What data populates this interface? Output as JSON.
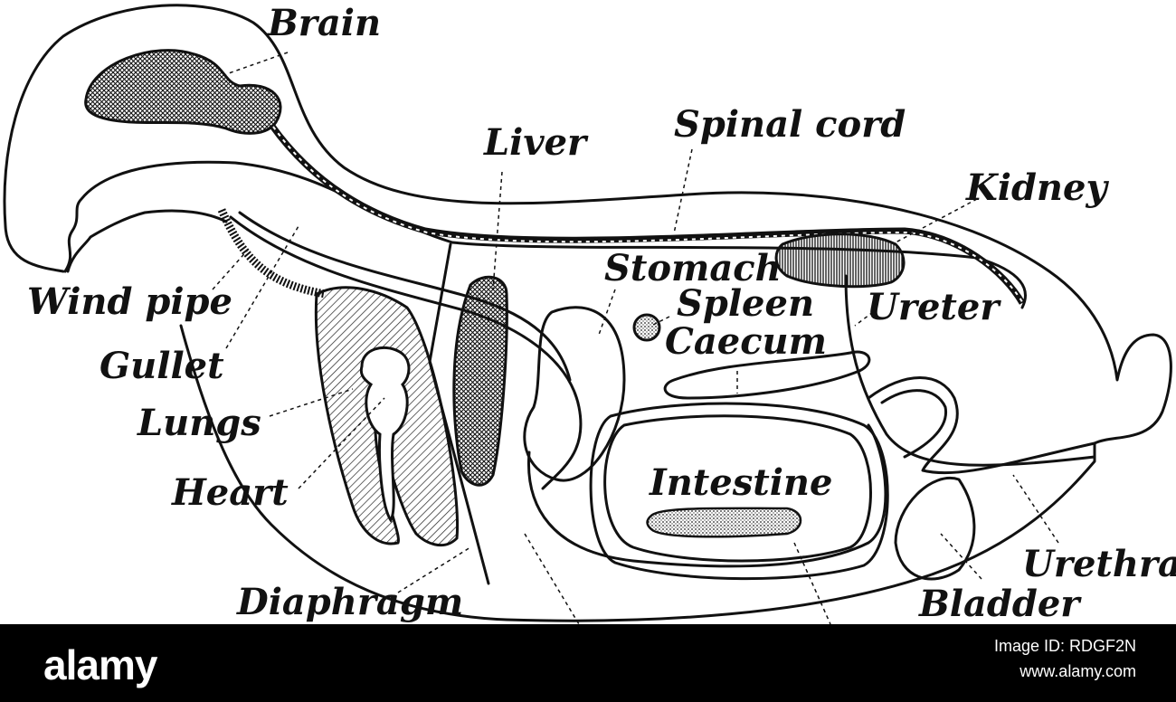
{
  "diagram": {
    "labels": {
      "brain": "Brain",
      "liver": "Liver",
      "spinal_cord": "Spinal cord",
      "kidney": "Kidney",
      "stomach": "Stomach",
      "spleen": "Spleen",
      "caecum": "Caecum",
      "ureter": "Ureter",
      "wind_pipe": "Wind pipe",
      "gullet": "Gullet",
      "lungs": "Lungs",
      "heart": "Heart",
      "intestine": "Intestine",
      "diaphragm": "Diaphragm",
      "urethra": "Urethra",
      "bladder": "Bladder"
    }
  },
  "footer": {
    "logo": "alamy",
    "image_id": "Image ID: RDGF2N",
    "url": "www.alamy.com"
  }
}
